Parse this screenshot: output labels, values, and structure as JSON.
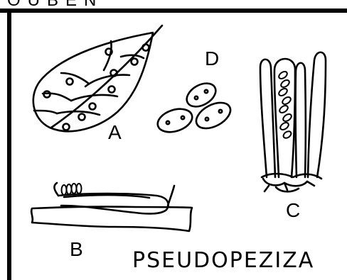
{
  "header": {
    "partial_text": "OUBEN"
  },
  "panels": {
    "a": {
      "label": "A"
    },
    "b": {
      "label": "B"
    },
    "c": {
      "label": "C"
    },
    "d": {
      "label": "D"
    }
  },
  "caption": {
    "text": "PSEUDOPEZIZA"
  },
  "colors": {
    "ink": "#000000",
    "paper": "#ffffff"
  }
}
